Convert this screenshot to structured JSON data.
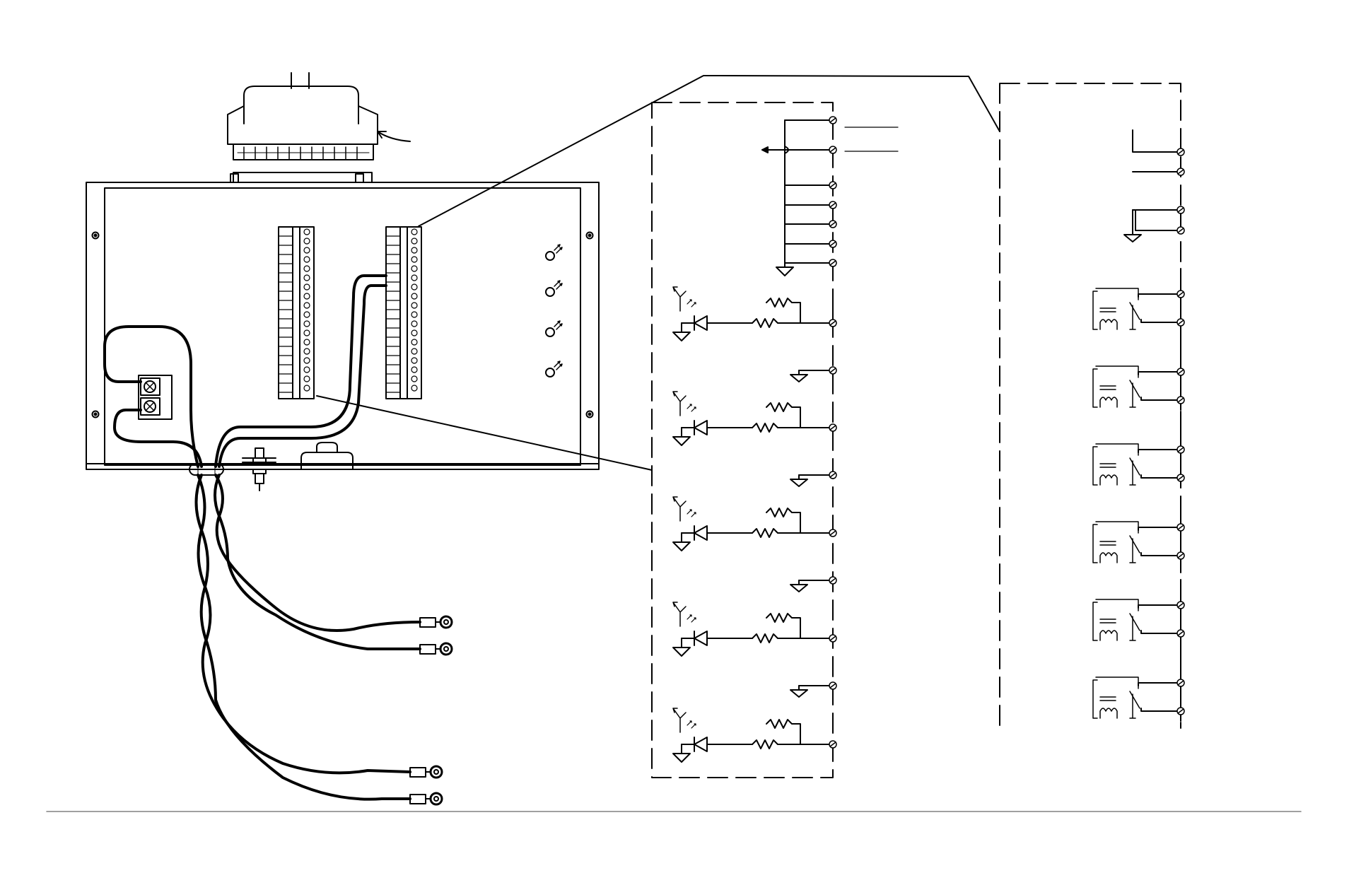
{
  "diagram": {
    "stroke_color": "#000000",
    "background_color": "#ffffff",
    "separator_color": "#808080",
    "enclosure": {
      "id": "enclosure"
    },
    "connector": {
      "id": "db-connector"
    },
    "indicators": [
      {
        "id": "led-1"
      },
      {
        "id": "led-2"
      },
      {
        "id": "led-3"
      },
      {
        "id": "led-4"
      }
    ],
    "schematic": {
      "input_channels": [
        {
          "id": "opto-input-1"
        },
        {
          "id": "opto-input-2"
        },
        {
          "id": "opto-input-3"
        },
        {
          "id": "opto-input-4"
        },
        {
          "id": "opto-input-5"
        }
      ],
      "relay_channels": [
        {
          "id": "relay-1"
        },
        {
          "id": "relay-2"
        },
        {
          "id": "relay-3"
        },
        {
          "id": "relay-4"
        },
        {
          "id": "relay-5"
        },
        {
          "id": "relay-6"
        }
      ],
      "ring_terminals": [
        {
          "id": "ring-1"
        },
        {
          "id": "ring-2"
        },
        {
          "id": "ring-3"
        },
        {
          "id": "ring-4"
        }
      ]
    }
  }
}
